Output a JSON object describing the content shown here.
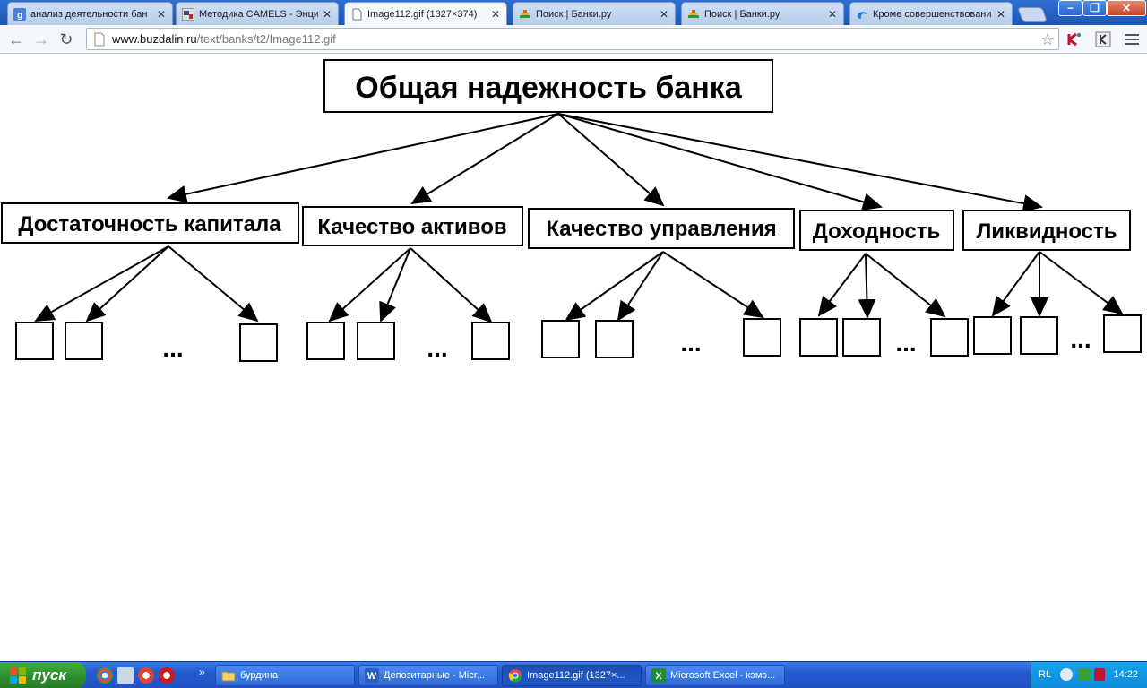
{
  "browser": {
    "tabs": [
      {
        "label": "анализ деятельности бан",
        "icon": "google-icon",
        "active": false
      },
      {
        "label": "Методика CAMELS - Энцик",
        "icon": "wiki-icon",
        "active": false
      },
      {
        "label": "Image112.gif (1327×374)",
        "icon": "page-icon",
        "active": true
      },
      {
        "label": "Поиск | Банки.ру",
        "icon": "bankiru-icon",
        "active": false
      },
      {
        "label": "Поиск | Банки.ру",
        "icon": "bankiru-icon",
        "active": false
      },
      {
        "label": "Кроме совершенствовани",
        "icon": "site-icon",
        "active": false
      }
    ],
    "window_controls": {
      "minimize": "−",
      "restore": "❐",
      "close": "✕"
    },
    "nav": {
      "back": "←",
      "forward": "→",
      "reload": "↻"
    },
    "url": {
      "host": "www.buzdalin.ru",
      "path": "/text/banks/t2/Image112.gif"
    }
  },
  "diagram": {
    "root": "Общая надежность банка",
    "categories": [
      "Достаточность капитала",
      "Качество активов",
      "Качество управления",
      "Доходность",
      "Ликвидность"
    ],
    "ellipsis": "..."
  },
  "taskbar": {
    "start_label": "пуск",
    "overflow": "»",
    "buttons": [
      {
        "label": "бурдина",
        "icon": "folder-icon",
        "active": false
      },
      {
        "label": "Депозитарные - Micr...",
        "icon": "word-icon",
        "active": false
      },
      {
        "label": "Image112.gif (1327×...",
        "icon": "chrome-icon",
        "active": true
      },
      {
        "label": "Microsoft Excel - кэмэ...",
        "icon": "excel-icon",
        "active": false
      }
    ],
    "lang": "RL",
    "clock": "14:22"
  },
  "colors": {
    "tabstrip": "#2f6fd0",
    "taskbar": "#2459cf",
    "start": "#2e8b2e",
    "tray": "#0e8ad7"
  }
}
